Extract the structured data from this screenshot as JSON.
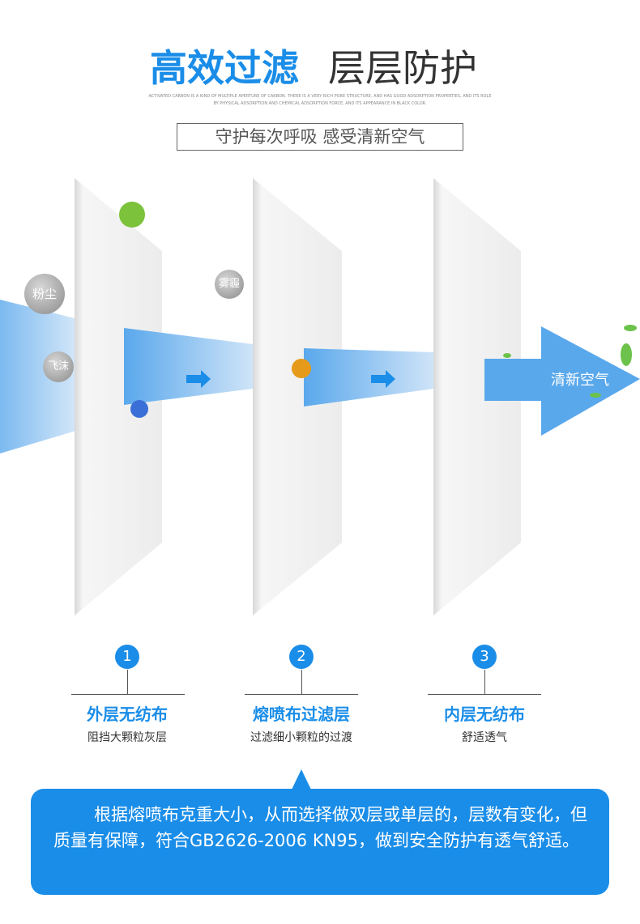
{
  "header": {
    "title_blue": "高效过滤",
    "title_gray": "层层防护",
    "english": "ACTIVATED CARBON IS A KIND OF MULTIPLE APERTURE OF CARBON. THERE IS A VERY RICH PORE STRUCTURE, AND HAS GOOD ADSORPTION PROPERTIES, AND ITS ROLE BY PHYSICAL ADSORPTION AND CHEMICAL ADSORPTION FORCE, AND ITS APPEARANCE IN BLACK COLOR.",
    "subtitle": "守护每次呼吸 感受清新空气"
  },
  "particles": {
    "dust": "粉尘",
    "droplet": "飞沫",
    "smog": "雾霾",
    "fresh": "清新空气"
  },
  "layers": [
    {
      "num": "1",
      "title": "外层无纺布",
      "desc": "阻挡大颗粒灰层"
    },
    {
      "num": "2",
      "title": "熔喷布过滤层",
      "desc": "过滤细小颗粒的过渡"
    },
    {
      "num": "3",
      "title": "内层无纺布",
      "desc": "舒适透气"
    }
  ],
  "note": "根据熔喷布克重大小，从而选择做双层或单层的，层数有变化，但质量有保障，符合GB2626-2006 KN95，做到安全防护有透气舒适。",
  "colors": {
    "accent": "#1a8de8"
  }
}
